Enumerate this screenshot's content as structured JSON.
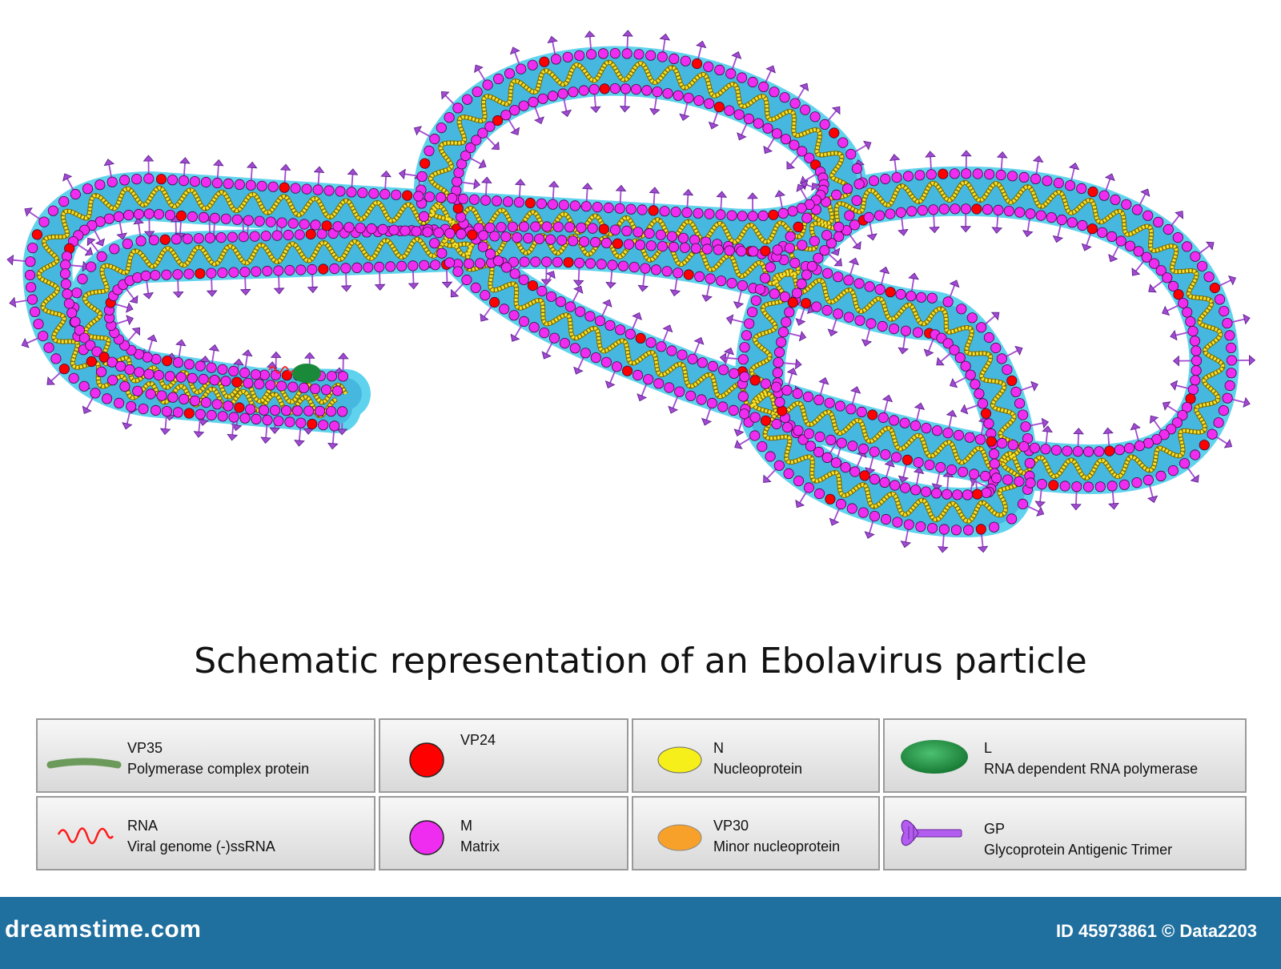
{
  "title": "Schematic representation of an Ebolavirus particle",
  "legend": [
    {
      "code": "VP35",
      "desc": "Polymerase complex protein",
      "icon": "vp35-rod-icon"
    },
    {
      "code": "VP24",
      "desc": "",
      "icon": "red-circle-icon"
    },
    {
      "code": "N",
      "desc": "Nucleoprotein",
      "icon": "yellow-ellipse-icon"
    },
    {
      "code": "L",
      "desc": "RNA dependent RNA polymerase",
      "icon": "green-ellipse-icon"
    },
    {
      "code": "RNA",
      "desc": "Viral genome (-)ssRNA",
      "icon": "red-wave-icon"
    },
    {
      "code": "M",
      "desc": "Matrix",
      "icon": "magenta-circle-icon"
    },
    {
      "code": "VP30",
      "desc": "Minor nucleoprotein",
      "icon": "orange-ellipse-icon"
    },
    {
      "code": "GP",
      "desc": "Glycoprotein Antigenic Trimer",
      "icon": "glycoprotein-icon"
    }
  ],
  "colors": {
    "envelope": "#5fd3ee",
    "core": "#46b8e0",
    "matrix": "#ee2df0",
    "vp24": "#ff0000",
    "nucleoprotein": "#f7e12a",
    "vp30": "#f7a12a",
    "polymerase": "#1a8a3a",
    "glycoprotein": "#a04ad0",
    "footer": "#1f6f9f"
  },
  "footer": {
    "brand": "dreamstime.com",
    "credit": "ID 45973861 © Data2203"
  }
}
